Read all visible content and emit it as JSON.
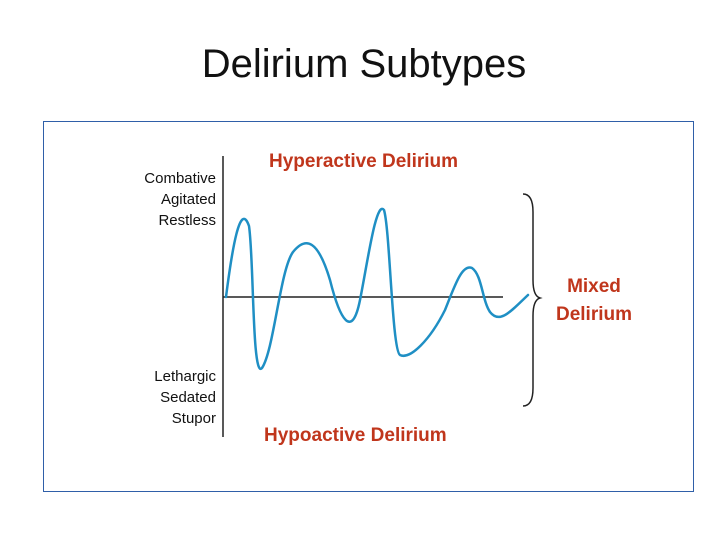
{
  "title": "Delirium Subtypes",
  "levels_high": [
    "Combative",
    "Agitated",
    "Restless"
  ],
  "levels_low": [
    "Lethargic",
    "Sedated",
    "Stupor"
  ],
  "labels": {
    "hyperactive": "Hyperactive Delirium",
    "hypoactive": "Hypoactive Delirium",
    "mixed_line1": "Mixed",
    "mixed_line2": "Delirium"
  },
  "colors": {
    "wave": "#1f8fc4",
    "accent_text": "#c0361c",
    "frame_border": "#2f5fa8",
    "axis": "#222222"
  }
}
